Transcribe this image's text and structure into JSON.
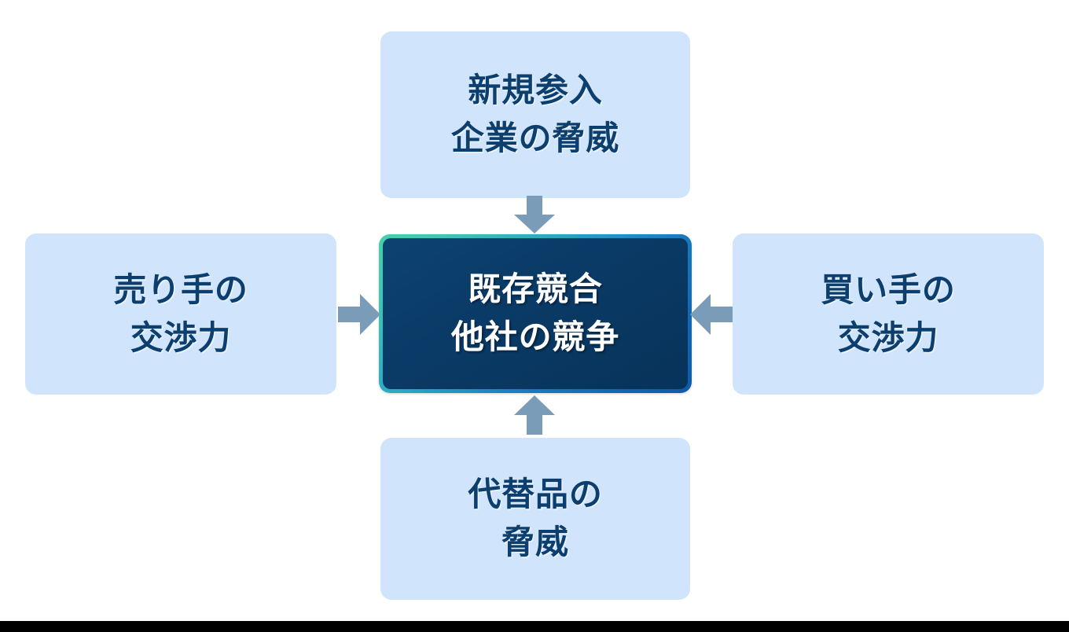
{
  "diagram": {
    "type": "five-forces",
    "background_color": "#ffffff",
    "box_fill_color": "#d0e4fc",
    "box_text_color": "#0d3f6e",
    "center_fill_color": "#0a3a66",
    "center_text_color": "#ffffff",
    "center_border_gradient": [
      "#46d2a9",
      "#2aa7c4",
      "#0f5aa8"
    ],
    "arrow_color": "#7b9cb8",
    "bottom_strip_color": "#000000"
  },
  "boxes": {
    "new_entrants": {
      "line1": "新規参入",
      "line2": "企業の脅威"
    },
    "suppliers": {
      "line1": "売り手の",
      "line2": "交渉力"
    },
    "rivalry": {
      "line1": "既存競合",
      "line2": "他社の競争"
    },
    "buyers": {
      "line1": "買い手の",
      "line2": "交渉力"
    },
    "substitutes": {
      "line1": "代替品の",
      "line2": "脅威"
    }
  },
  "arrows": {
    "top": {
      "direction": "down",
      "from": "new_entrants",
      "to": "rivalry"
    },
    "bottom": {
      "direction": "up",
      "from": "substitutes",
      "to": "rivalry"
    },
    "left": {
      "direction": "right",
      "from": "suppliers",
      "to": "rivalry"
    },
    "right": {
      "direction": "left",
      "from": "buyers",
      "to": "rivalry"
    }
  }
}
